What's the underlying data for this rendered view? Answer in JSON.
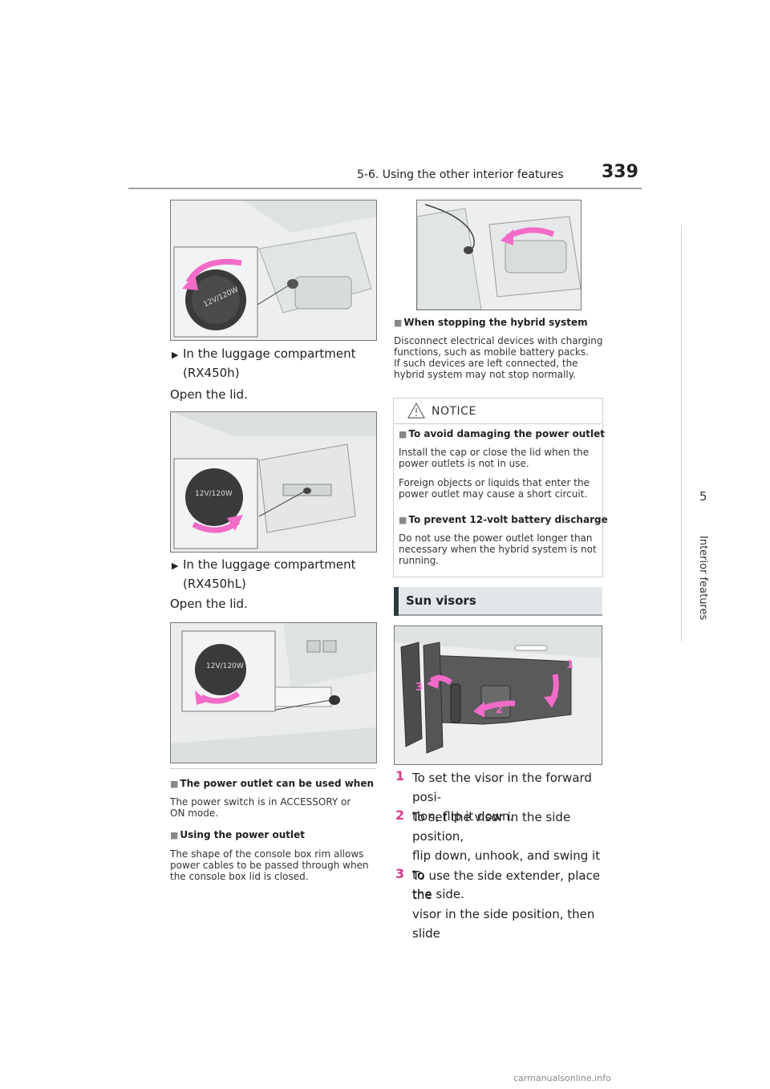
{
  "header": {
    "section": "5-6. Using the other interior features",
    "page_number": "339"
  },
  "side_tab": {
    "chapter_number": "5",
    "chapter_label": "Interior features"
  },
  "left_column": {
    "bullet1_line1": "In the luggage compartment",
    "bullet1_line2": "(RX450h)",
    "text1": "Open the lid.",
    "bullet2_line1": "In the luggage compartment",
    "bullet2_line2": "(RX450hL)",
    "text2": "Open the lid.",
    "note1_head": "The power outlet can be used when",
    "note1_body_line1": "The power switch is in ACCESSORY or",
    "note1_body_line2": "ON mode.",
    "note2_head": "Using the power outlet",
    "note2_body_line1": "The shape of the console box rim allows",
    "note2_body_line2": "power cables to be passed through when",
    "note2_body_line3": "the console box lid is closed.",
    "cap_label_line1": "12V/120W",
    "cap_label_line2": "12V/120W",
    "cap_label_line3": "12V/120W"
  },
  "right_column": {
    "note3_head": "When stopping the hybrid system",
    "note3_line1": "Disconnect electrical devices with charging",
    "note3_line2": "functions, such as mobile battery packs.",
    "note3_line3": "If such devices are left connected, the",
    "note3_line4": "hybrid system may not stop normally.",
    "notice_title": "NOTICE",
    "notice_head1": "To avoid damaging the power outlet",
    "notice_p1_line1": "Install the cap or close the lid when the",
    "notice_p1_line2": "power outlets is not in use.",
    "notice_p2_line1": "Foreign objects or liquids that enter the",
    "notice_p2_line2": "power outlet may cause a short circuit.",
    "notice_head2": "To prevent 12-volt battery discharge",
    "notice_p3_line1": "Do not use the power outlet longer than",
    "notice_p3_line2": "necessary when the hybrid system is not",
    "notice_p3_line3": "running.",
    "section_title": "Sun visors",
    "visor_labels": [
      "1",
      "2",
      "3"
    ],
    "steps": [
      {
        "num": "1",
        "lines": [
          "To set the visor in the forward posi-",
          "tion, flip it down."
        ]
      },
      {
        "num": "2",
        "lines": [
          "To set the visor in the side position,",
          "flip down, unhook, and swing it to",
          "the side."
        ]
      },
      {
        "num": "3",
        "lines": [
          "To use the side extender, place the",
          "visor in the side position, then slide"
        ]
      }
    ]
  },
  "watermark": "carmanualsonline.info",
  "colors": {
    "accent_arrow": "#f26bc9",
    "step_number": "#d23b8a",
    "rule": "#9aa3a6"
  },
  "icons": {
    "bullet": "triangle-right-icon",
    "note_marker": "square-icon",
    "notice": "warning-triangle-icon"
  }
}
